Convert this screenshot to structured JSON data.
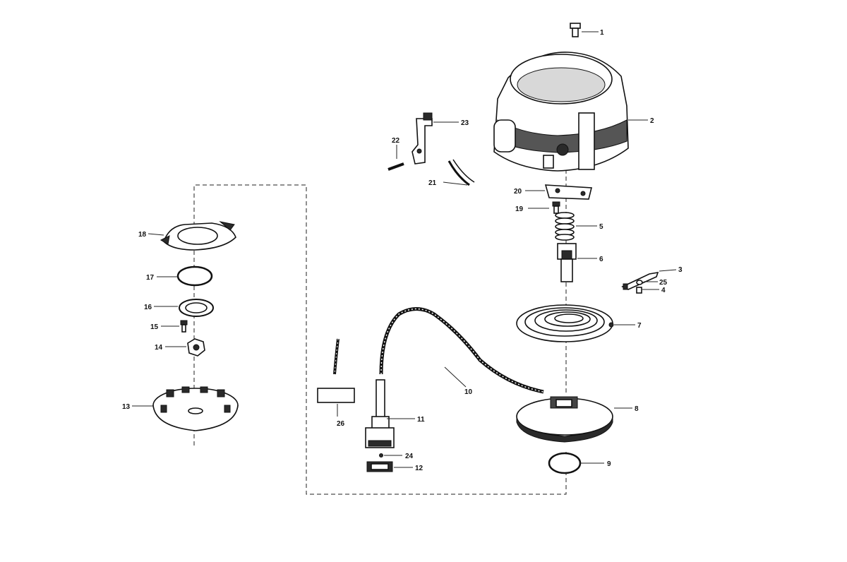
{
  "diagram": {
    "labels": {
      "p1": "1",
      "p2": "2",
      "p3": "3",
      "p4": "4",
      "p5": "5",
      "p6": "6",
      "p7": "7",
      "p8": "8",
      "p9": "9",
      "p10": "10",
      "p11": "11",
      "p12": "12",
      "p13": "13",
      "p14": "14",
      "p15": "15",
      "p16": "16",
      "p17": "17",
      "p18": "18",
      "p19": "19",
      "p20": "20",
      "p21": "21",
      "p22": "22",
      "p23": "23",
      "p24": "24",
      "p25": "25",
      "p26": "26"
    }
  }
}
